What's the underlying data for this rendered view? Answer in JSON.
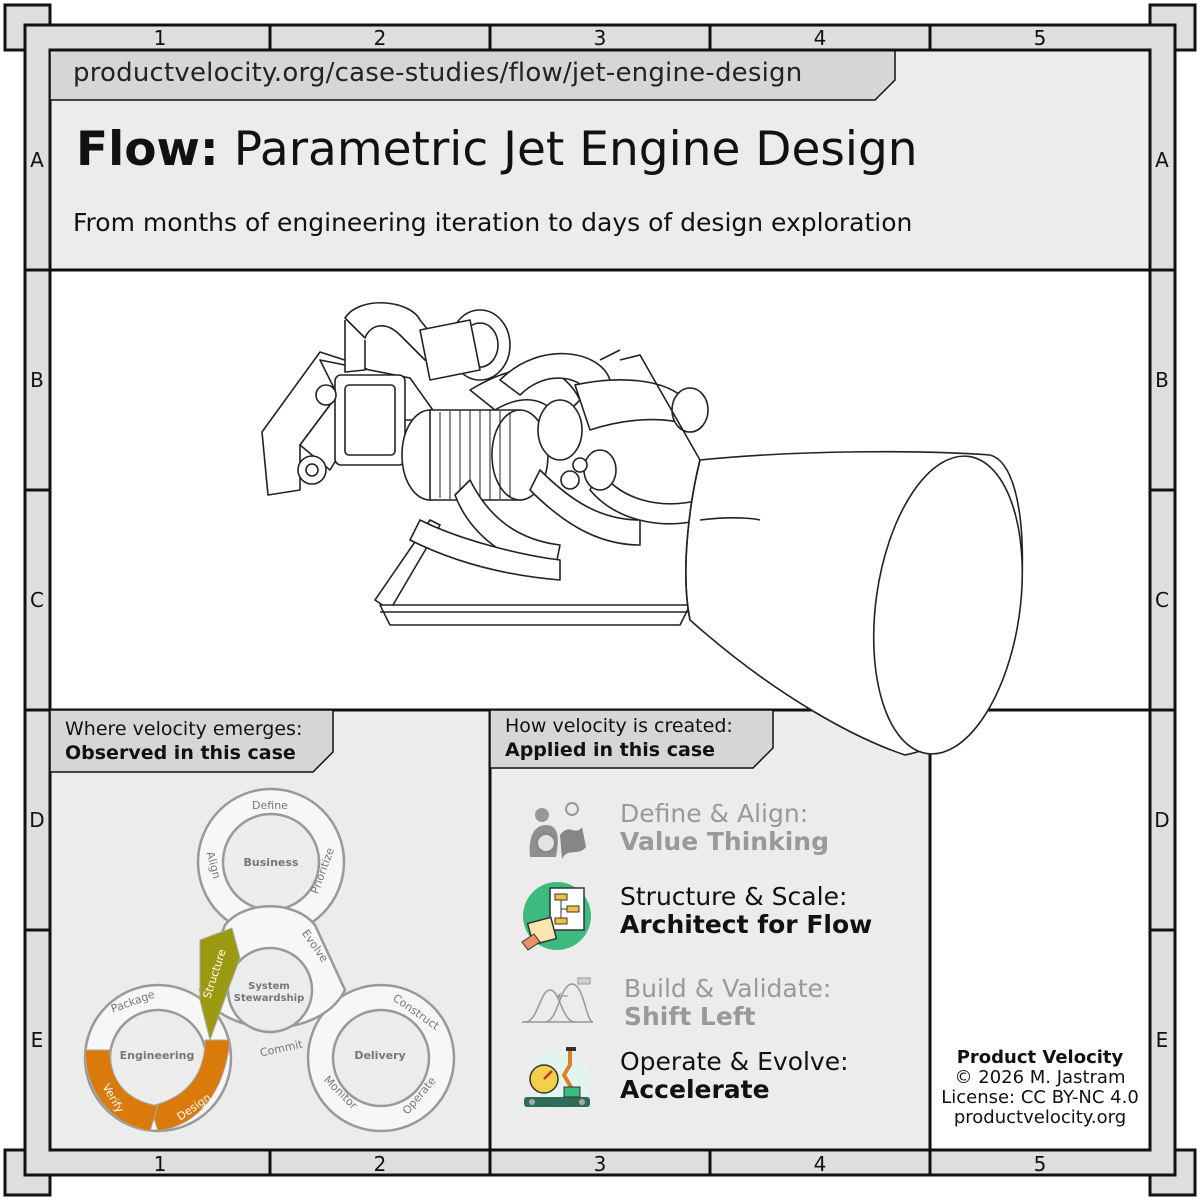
{
  "grid": {
    "columns": [
      "1",
      "2",
      "3",
      "4",
      "5"
    ],
    "rows": [
      "A",
      "B",
      "C",
      "D",
      "E"
    ]
  },
  "header": {
    "url": "productvelocity.org/case-studies/flow/jet-engine-design",
    "title_bold": "Flow:",
    "title_rest": "Parametric Jet Engine Design",
    "subtitle": "From months of engineering iteration to days of design exploration"
  },
  "observed": {
    "label": "Where velocity emerges:",
    "label_bold": "Observed in this case",
    "diagram": {
      "hubs": [
        "Business",
        "System Stewardship",
        "Engineering",
        "Delivery"
      ],
      "business_steps": [
        "Define",
        "Prioritize",
        "Align"
      ],
      "stewardship_steps": [
        "Structure",
        "Evolve",
        "Commit"
      ],
      "engineering_steps": [
        "Package",
        "Verify",
        "Design"
      ],
      "delivery_steps": [
        "Construct",
        "Operate",
        "Monitor"
      ],
      "highlighted_steps": [
        "Structure",
        "Verify",
        "Design"
      ]
    }
  },
  "applied": {
    "label": "How velocity is created:",
    "label_bold": "Applied in this case",
    "methods": [
      {
        "category": "Define & Align:",
        "name": "Value Thinking",
        "active": false,
        "icon": "value-thinking-icon"
      },
      {
        "category": "Structure & Scale:",
        "name": "Architect for Flow",
        "active": true,
        "icon": "architect-flow-icon"
      },
      {
        "category": "Build & Validate:",
        "name": "Shift Left",
        "active": false,
        "icon": "shift-left-icon"
      },
      {
        "category": "Operate & Evolve:",
        "name": "Accelerate",
        "active": true,
        "icon": "accelerate-icon"
      }
    ]
  },
  "credits": {
    "name": "Product Velocity",
    "copyright": "© 2026 M. Jastram",
    "license": "License: CC BY-NC 4.0",
    "site": "productvelocity.org"
  },
  "colors": {
    "panel": "#ebebeb",
    "frame": "#dcdcdc",
    "highlight_orange": "#d97a0a",
    "highlight_olive": "#9a9a10",
    "muted_text": "#999999",
    "accent_green": "#3dba7e"
  }
}
